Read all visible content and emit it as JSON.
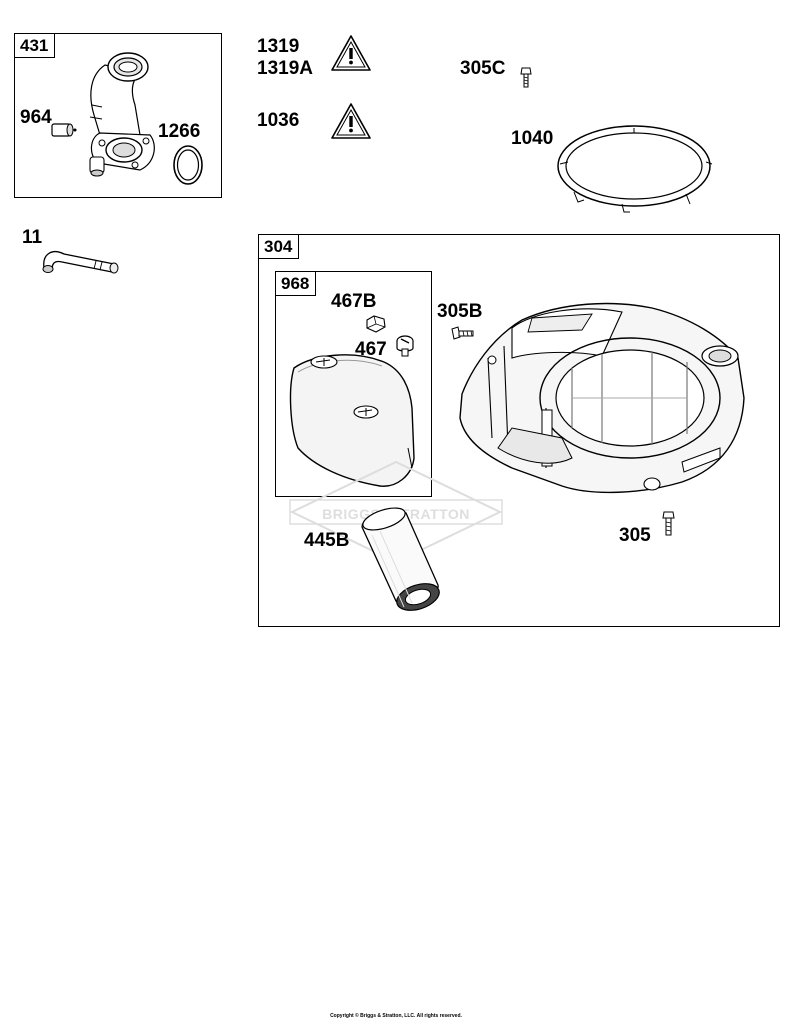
{
  "frames": {
    "g431": "431",
    "g304": "304",
    "g968": "968"
  },
  "parts": {
    "p964": "964",
    "p1266": "1266",
    "p1319": "1319",
    "p1319A": "1319A",
    "p1036": "1036",
    "p305C": "305C",
    "p1040": "1040",
    "p11": "11",
    "p467B": "467B",
    "p467": "467",
    "p305B": "305B",
    "p445B": "445B",
    "p305": "305"
  },
  "watermark": "BRIGGS&STRATTON",
  "copyright": "Copyright © Briggs & Stratton, LLC. All rights reserved.",
  "icons": {
    "warning": "warning-triangle-icon"
  }
}
